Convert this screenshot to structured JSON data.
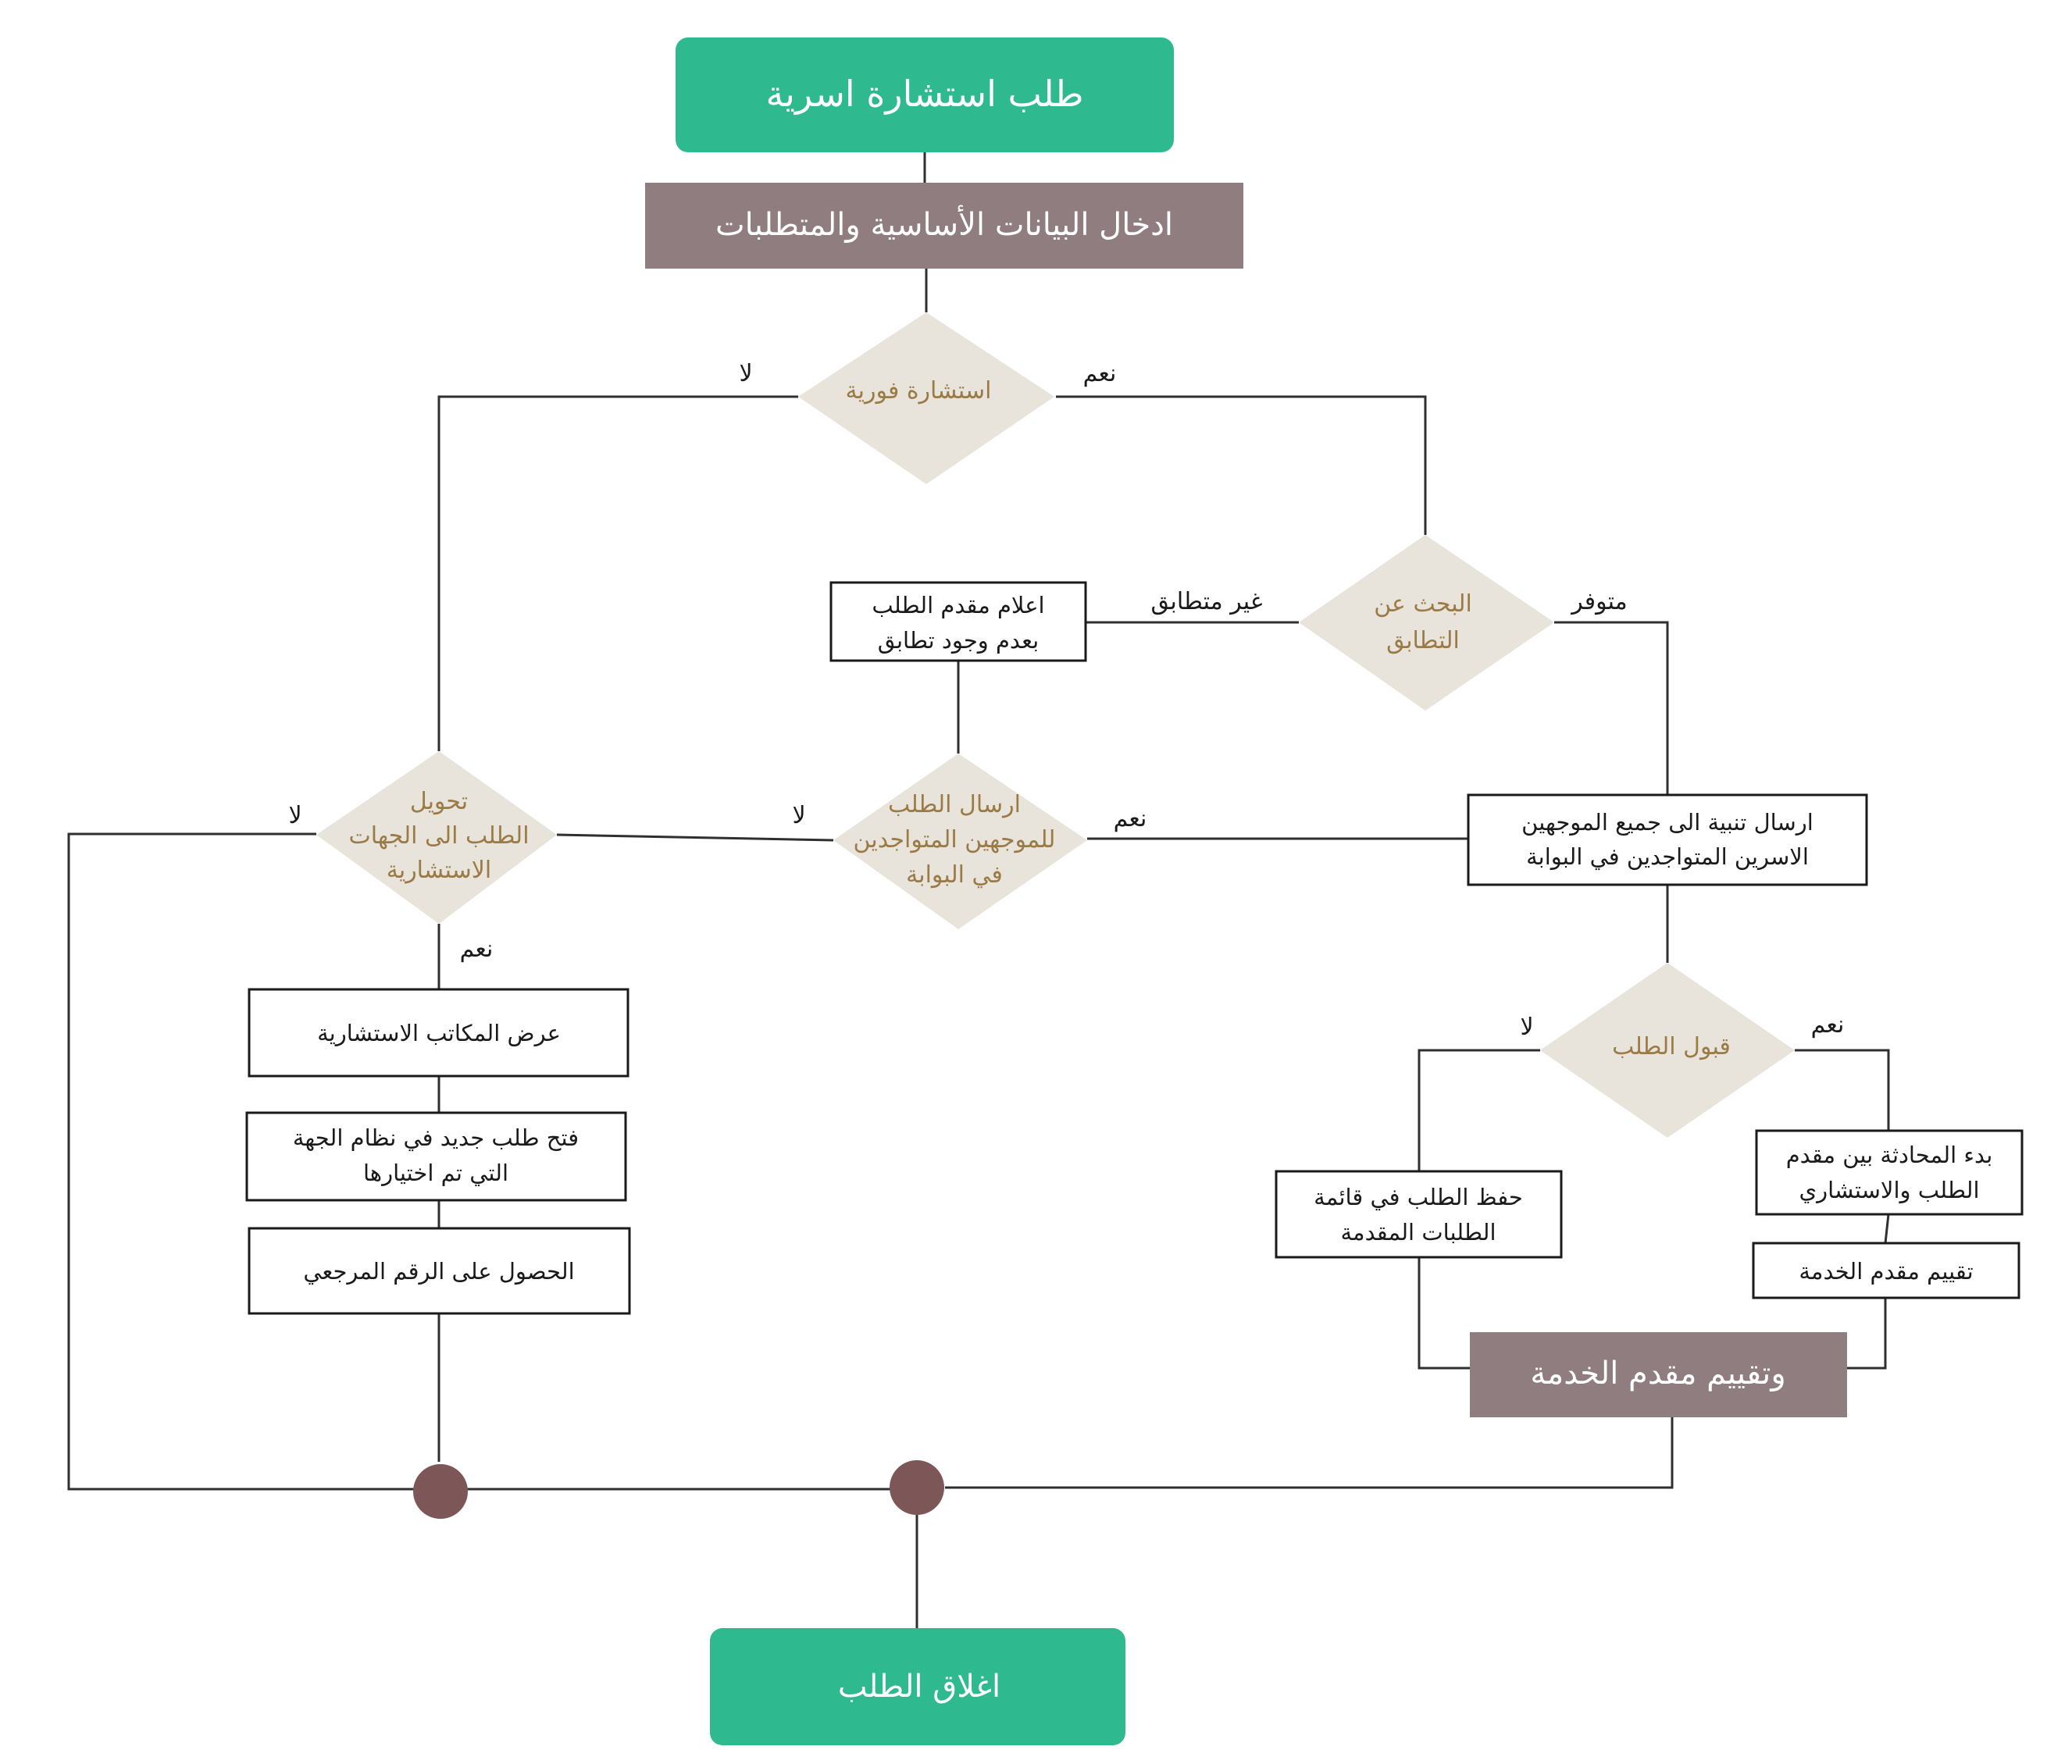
{
  "colors": {
    "terminal": "#2fb98e",
    "process_gray": "#8f7d7f",
    "decision": "#e8e4dc",
    "decision_text": "#9a7a45",
    "junction": "#7d5757",
    "line": "#2f2f2f"
  },
  "nodes": {
    "start": "طلب استشارة اسرية",
    "input": "ادخال البيانات الأساسية والمتطلبات",
    "d_instant": "استشارة فورية",
    "d_match": [
      "البحث عن",
      "التطابق"
    ],
    "notify_nomatch": [
      "اعلام مقدم الطلب",
      "بعدم وجود تطابق"
    ],
    "d_transfer": [
      "تحويل",
      "الطلب الى الجهات",
      "الاستشارية"
    ],
    "d_send": [
      "ارسال الطلب",
      "للموجهين المتواجدين",
      "في البوابة"
    ],
    "alert_all": [
      "ارسال تنبية الى جميع الموجهين",
      "الاسرين المتواجدين في البوابة"
    ],
    "d_accept": "قبول الطلب",
    "show_offices": "عرض المكاتب الاستشارية",
    "open_request": [
      "فتح طلب جديد في نظام الجهة",
      "التي تم اختيارها"
    ],
    "get_ref": "الحصول على الرقم المرجعي",
    "save_request": [
      "حفظ الطلب في قائمة",
      "الطلبات المقدمة"
    ],
    "start_chat": [
      "بدء المحادثة بين مقدم",
      "الطلب والاستشاري"
    ],
    "rate_small": "تقييم مقدم الخدمة",
    "rate_gray": "وتقييم مقدم الخدمة",
    "end": "اغلاق الطلب"
  },
  "labels": {
    "no_instant": "لا",
    "yes_instant": "نعم",
    "not_matching": "غير متطابق",
    "available": "متوفر",
    "no_transfer": "لا",
    "yes_transfer": "نعم",
    "no_send": "لا",
    "yes_send": "نعم",
    "no_accept": "لا",
    "yes_accept": "نعم"
  }
}
